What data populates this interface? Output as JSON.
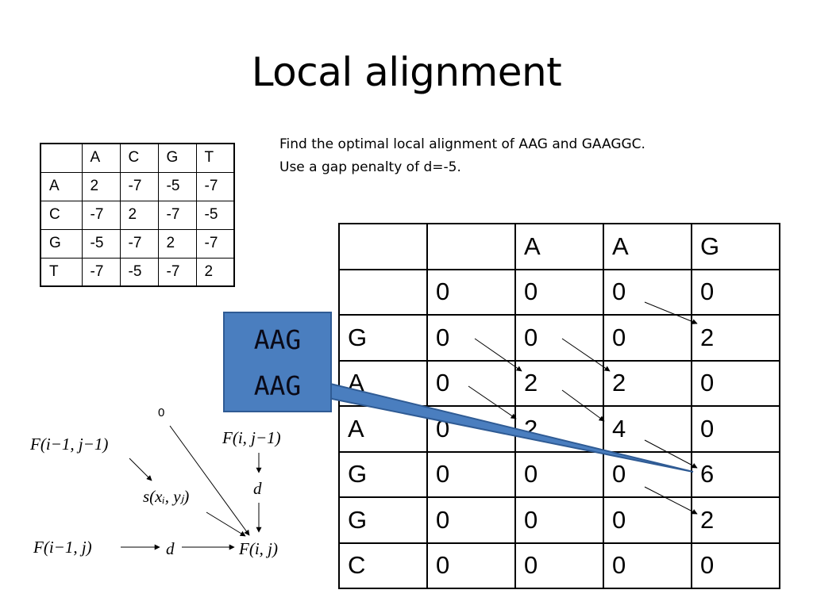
{
  "slide": {
    "title": "Local alignment",
    "instructions": [
      "Find the optimal local alignment of AAG and GAAGGC.",
      "Use a gap penalty of d=-5."
    ]
  },
  "score_matrix": {
    "header": [
      "",
      "A",
      "C",
      "G",
      "T"
    ],
    "rows": [
      [
        "A",
        "2",
        "-7",
        "-5",
        "-7"
      ],
      [
        "C",
        "-7",
        "2",
        "-7",
        "-5"
      ],
      [
        "G",
        "-5",
        "-7",
        "2",
        "-7"
      ],
      [
        "T",
        "-7",
        "-5",
        "-7",
        "2"
      ]
    ]
  },
  "dp_matrix": {
    "header": [
      "",
      "",
      "A",
      "A",
      "G"
    ],
    "rows": [
      [
        "",
        "0",
        "0",
        "0",
        "0"
      ],
      [
        "G",
        "0",
        "0",
        "0",
        "2"
      ],
      [
        "A",
        "0",
        "2",
        "2",
        "0"
      ],
      [
        "A",
        "0",
        "2",
        "4",
        "0"
      ],
      [
        "G",
        "0",
        "0",
        "0",
        "6"
      ],
      [
        "G",
        "0",
        "0",
        "0",
        "2"
      ],
      [
        "C",
        "0",
        "0",
        "0",
        "0"
      ]
    ]
  },
  "callout": {
    "line1": "AAG",
    "line2": "AAG"
  },
  "recurrence": {
    "diag": "F(i−1, j−1)",
    "up": "F(i, j−1)",
    "left": "F(i−1, j)",
    "score": "s(xᵢ, yⱼ)",
    "gap_up": "d",
    "gap_left": "d",
    "result": "F(i, j)",
    "zero": "0"
  },
  "colors": {
    "callout_fill": "#4a7ebf",
    "callout_border": "#2f5b94"
  }
}
